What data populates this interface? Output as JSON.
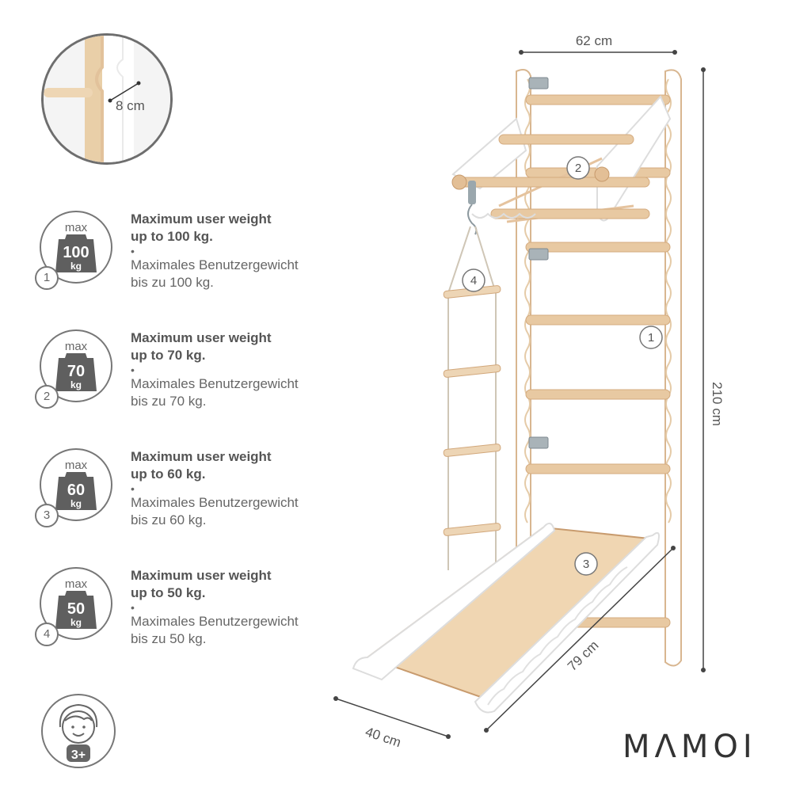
{
  "detail": {
    "label": "8 cm"
  },
  "dimensions": {
    "width": "62 cm",
    "height": "210 cm",
    "depth": "79 cm",
    "slide_width": "40 cm"
  },
  "weights": [
    {
      "number": "1",
      "max": "max",
      "value": "100",
      "unit": "kg",
      "en_line1": "Maximum user weight",
      "en_line2": "up to 100 kg.",
      "separator": "•",
      "de_line1": "Maximales Benutzergewicht",
      "de_line2": "bis zu 100 kg."
    },
    {
      "number": "2",
      "max": "max",
      "value": "70",
      "unit": "kg",
      "en_line1": "Maximum user weight",
      "en_line2": "up to 70 kg.",
      "separator": "•",
      "de_line1": "Maximales Benutzergewicht",
      "de_line2": "bis zu 70 kg."
    },
    {
      "number": "3",
      "max": "max",
      "value": "60",
      "unit": "kg",
      "en_line1": "Maximum user weight",
      "en_line2": "up to 60 kg.",
      "separator": "•",
      "de_line1": "Maximales Benutzergewicht",
      "de_line2": "bis zu 60 kg."
    },
    {
      "number": "4",
      "max": "max",
      "value": "50",
      "unit": "kg",
      "en_line1": "Maximum user weight",
      "en_line2": "up to 50 kg.",
      "separator": "•",
      "de_line1": "Maximales Benutzergewicht",
      "de_line2": "bis zu 50 kg."
    }
  ],
  "callouts": {
    "c1": "1",
    "c2": "2",
    "c3": "3",
    "c4": "4"
  },
  "age": {
    "label": "3+"
  },
  "brand": {
    "logo": "MΛMOI"
  },
  "colors": {
    "wood": "#e7c9a4",
    "wood_dark": "#c89b6e",
    "panel": "#ffffff",
    "outline": "#d9d9d9",
    "text": "#555555",
    "metal": "#9aa7ad"
  }
}
